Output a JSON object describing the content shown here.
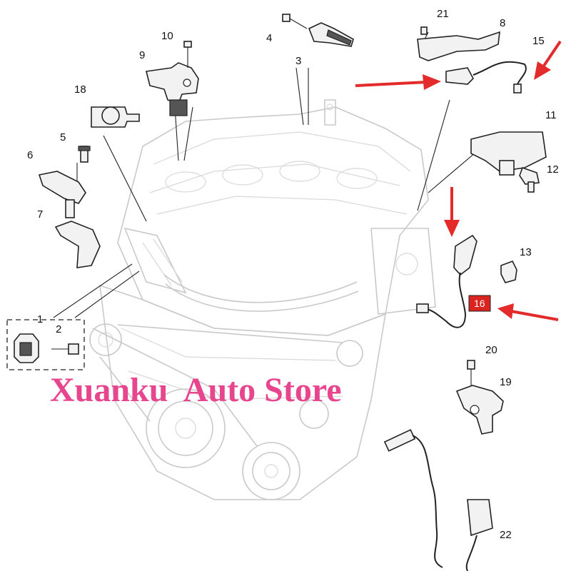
{
  "callouts": {
    "c1": "1",
    "c2": "2",
    "c3": "3",
    "c4": "4",
    "c5": "5",
    "c6": "6",
    "c7": "7",
    "c8": "8",
    "c9": "9",
    "c10": "10",
    "c11": "11",
    "c12": "12",
    "c13": "13",
    "c15": "15",
    "c16": "16",
    "c18": "18",
    "c19": "19",
    "c20": "20",
    "c21": "21",
    "c22": "22"
  },
  "watermark": "Xuanku  Auto Store",
  "colors": {
    "highlight_arrow": "#e32b2b",
    "callout_highlight_bg": "#d9241f",
    "watermark": "#e8458f",
    "engine_outline": "#c9c9c9"
  }
}
